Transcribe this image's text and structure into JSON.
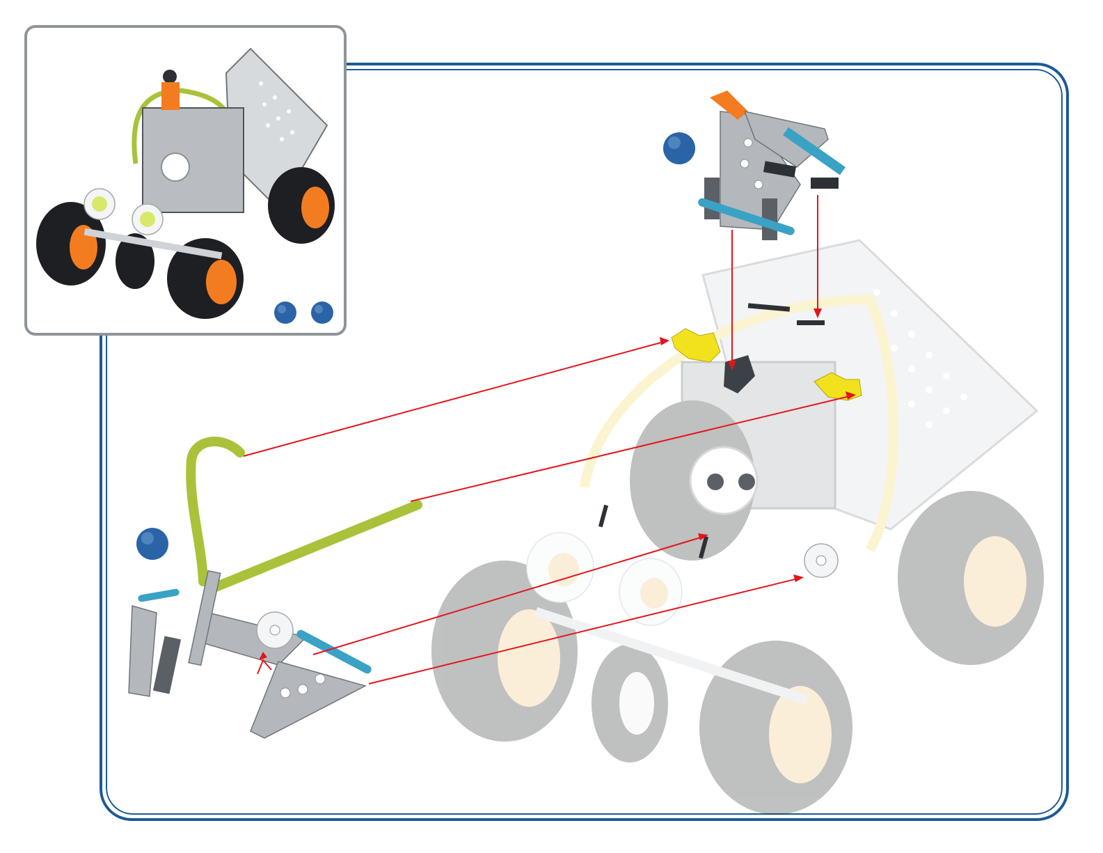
{
  "colors": {
    "frame": "#1b5a96",
    "step_dot": "#2a64a6",
    "arrow": "#e4141b",
    "rod_lime": "#a9c23a",
    "connector_yellow": "#f2e21e",
    "hub_orange": "#f47c20",
    "rod_teal": "#3aa2c4"
  },
  "icons": {
    "inset_model": "completed-vehicle-icon",
    "step_dot": "blue-circle-icon",
    "part_dot": "black-circle-icon"
  },
  "inset": {
    "marker_count": 2
  },
  "subassemblies": [
    {
      "id": "upper-dump-bracket",
      "marker": "blue-circle-icon"
    },
    {
      "id": "front-cage-assembly",
      "marker": "blue-circle-icon"
    }
  ],
  "callouts": {
    "part_markers": 2
  },
  "arrow_count": 7
}
